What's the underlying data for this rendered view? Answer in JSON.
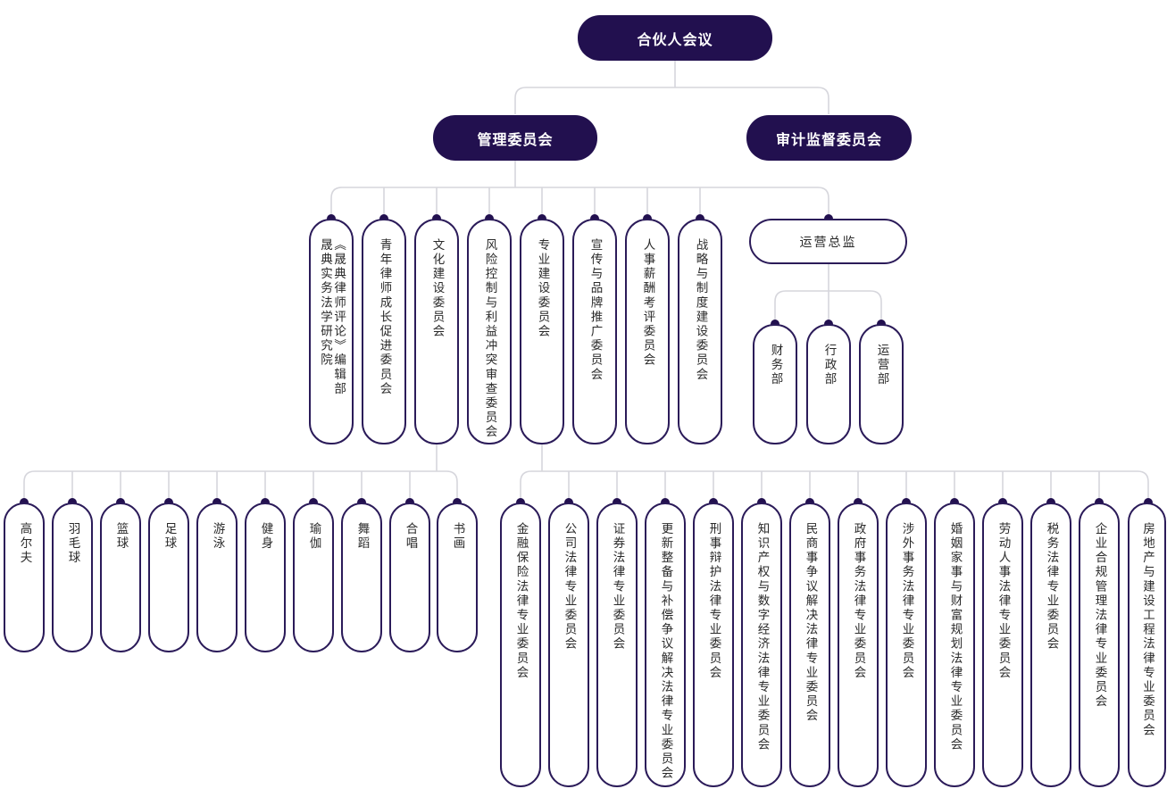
{
  "colors": {
    "brand": "#22104f",
    "connector": "#d6d6dc",
    "text": "#2a2a2a"
  },
  "root": {
    "label": "合伙人会议"
  },
  "level2": {
    "management": "管理委员会",
    "audit": "审计监督委员会"
  },
  "committees": [
    "晟典实务法学研究院",
    "《晟典律师评论》编辑部",
    "青年律师成长促进委员会",
    "文化建设委员会",
    "风险控制与利益冲突审查委员会",
    "专业建设委员会",
    "宣传与品牌推广委员会",
    "人事薪酬考评委员会",
    "战略与制度建设委员会"
  ],
  "operations": {
    "label": "运营总监",
    "departments": [
      "财务部",
      "行政部",
      "运营部"
    ]
  },
  "clubs": [
    "高尔夫",
    "羽毛球",
    "篮球",
    "足球",
    "游泳",
    "健身",
    "瑜伽",
    "舞蹈",
    "合唱",
    "书画"
  ],
  "practice_groups": [
    "金融保险法律专业委员会",
    "公司法律专业委员会",
    "证券法律专业委员会",
    "更新整备与补偿争议解决法律专业委员会",
    "刑事辩护法律专业委员会",
    "知识产权与数字经济法律专业委员会",
    "民商事争议解决法律专业委员会",
    "政府事务法律专业委员会",
    "涉外事务法律专业委员会",
    "婚姻家事与财富规划法律专业委员会",
    "劳动人事法律专业委员会",
    "税务法律专业委员会",
    "企业合规管理法律专业委员会",
    "房地产与建设工程法律专业委员会"
  ]
}
